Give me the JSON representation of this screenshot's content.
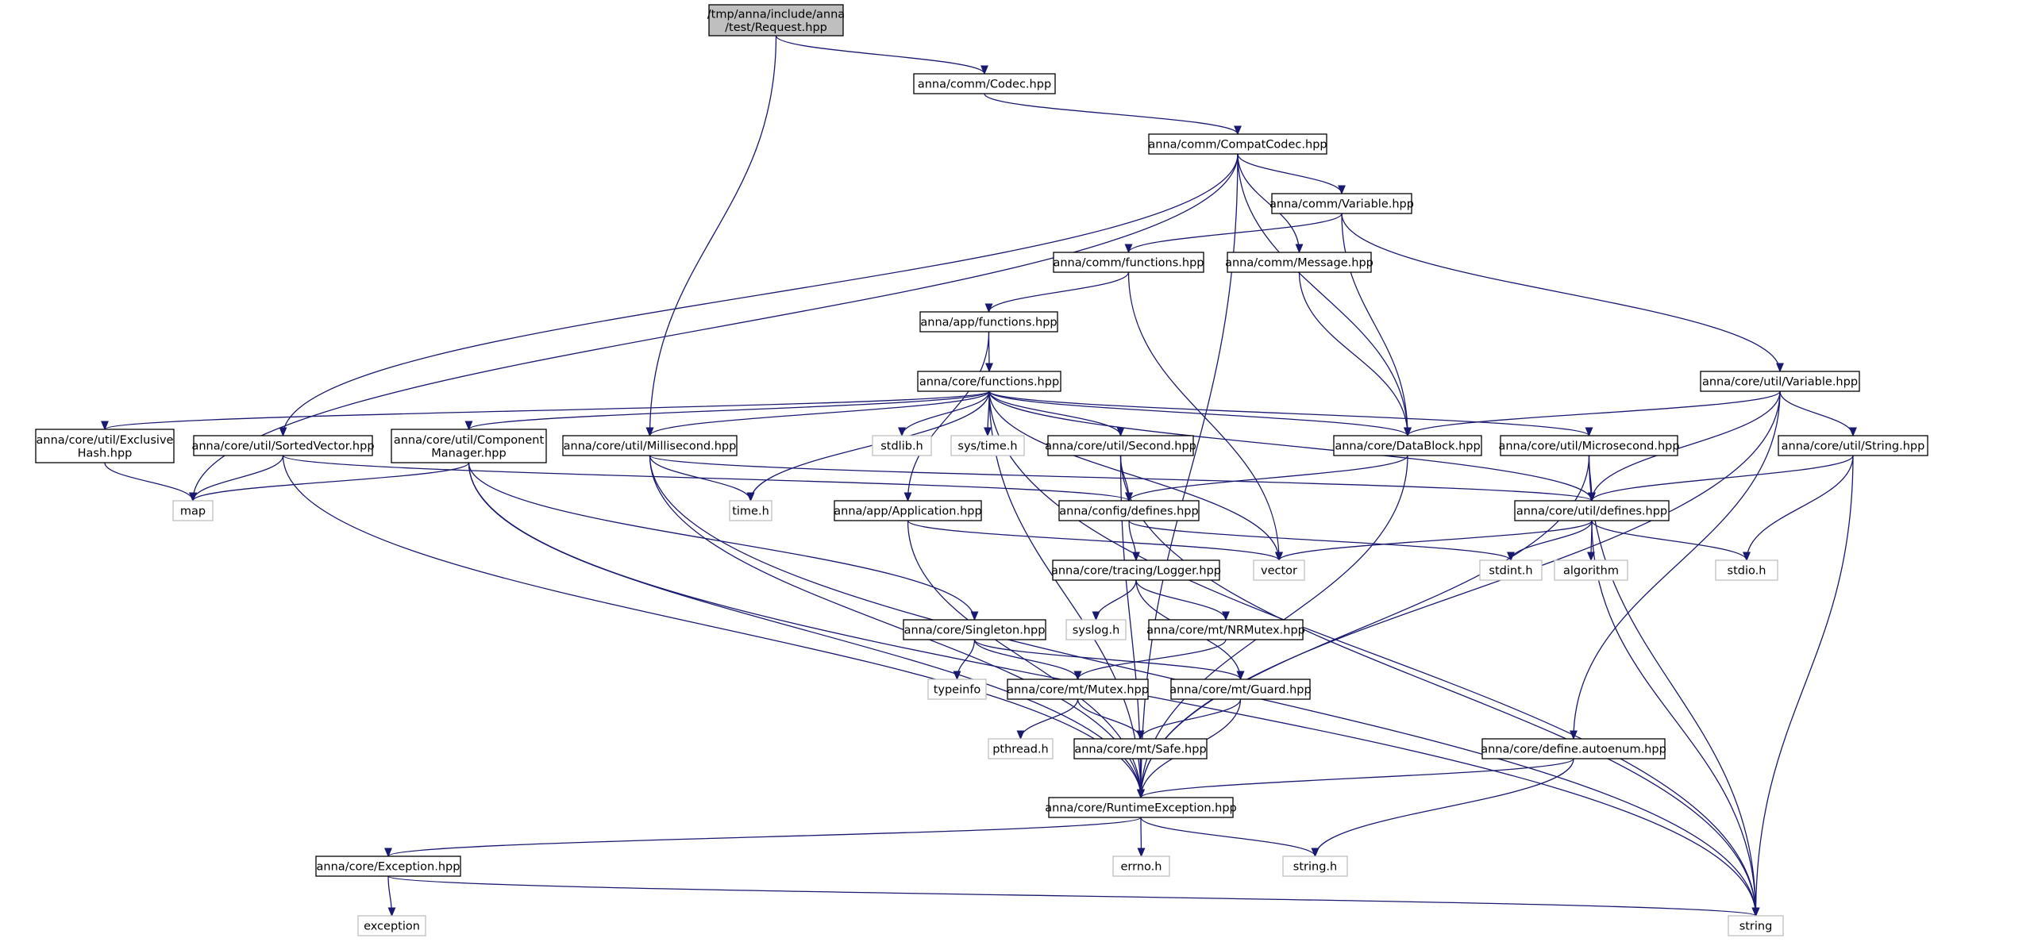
{
  "colors": {
    "edge": "#191970",
    "root_fill": "#bfbfbf",
    "node_border": "#000000",
    "system_border": "#bfbfbf",
    "background": "#ffffff"
  },
  "nodes": {
    "request": {
      "lines": [
        "/tmp/anna/include/anna",
        "/test/Request.hpp"
      ],
      "kind": "root"
    },
    "codec": {
      "lines": [
        "anna/comm/Codec.hpp"
      ],
      "kind": "local"
    },
    "compatcodec": {
      "lines": [
        "anna/comm/CompatCodec.hpp"
      ],
      "kind": "local"
    },
    "variable": {
      "lines": [
        "anna/comm/Variable.hpp"
      ],
      "kind": "local"
    },
    "commfunctions": {
      "lines": [
        "anna/comm/functions.hpp"
      ],
      "kind": "local"
    },
    "message": {
      "lines": [
        "anna/comm/Message.hpp"
      ],
      "kind": "local"
    },
    "appfunctions": {
      "lines": [
        "anna/app/functions.hpp"
      ],
      "kind": "local"
    },
    "corefunctions": {
      "lines": [
        "anna/core/functions.hpp"
      ],
      "kind": "local"
    },
    "utilvariable": {
      "lines": [
        "anna/core/util/Variable.hpp"
      ],
      "kind": "local"
    },
    "exclusivehash": {
      "lines": [
        "anna/core/util/Exclusive",
        "Hash.hpp"
      ],
      "kind": "local"
    },
    "sortedvector": {
      "lines": [
        "anna/core/util/SortedVector.hpp"
      ],
      "kind": "local"
    },
    "componentmanager": {
      "lines": [
        "anna/core/util/Component",
        "Manager.hpp"
      ],
      "kind": "local"
    },
    "millisecond": {
      "lines": [
        "anna/core/util/Millisecond.hpp"
      ],
      "kind": "local"
    },
    "stdlib": {
      "lines": [
        "stdlib.h"
      ],
      "kind": "system"
    },
    "systime": {
      "lines": [
        "sys/time.h"
      ],
      "kind": "system"
    },
    "second": {
      "lines": [
        "anna/core/util/Second.hpp"
      ],
      "kind": "local"
    },
    "datablock": {
      "lines": [
        "anna/core/DataBlock.hpp"
      ],
      "kind": "local"
    },
    "microsecond": {
      "lines": [
        "anna/core/util/Microsecond.hpp"
      ],
      "kind": "local"
    },
    "utilstring": {
      "lines": [
        "anna/core/util/String.hpp"
      ],
      "kind": "local"
    },
    "map": {
      "lines": [
        "map"
      ],
      "kind": "system"
    },
    "timeh": {
      "lines": [
        "time.h"
      ],
      "kind": "system"
    },
    "application": {
      "lines": [
        "anna/app/Application.hpp"
      ],
      "kind": "local"
    },
    "configdefines": {
      "lines": [
        "anna/config/defines.hpp"
      ],
      "kind": "local"
    },
    "utildefines": {
      "lines": [
        "anna/core/util/defines.hpp"
      ],
      "kind": "local"
    },
    "vector": {
      "lines": [
        "vector"
      ],
      "kind": "system"
    },
    "logger": {
      "lines": [
        "anna/core/tracing/Logger.hpp"
      ],
      "kind": "local"
    },
    "stdint": {
      "lines": [
        "stdint.h"
      ],
      "kind": "system"
    },
    "algorithm": {
      "lines": [
        "algorithm"
      ],
      "kind": "system"
    },
    "stdio": {
      "lines": [
        "stdio.h"
      ],
      "kind": "system"
    },
    "syslog": {
      "lines": [
        "syslog.h"
      ],
      "kind": "system"
    },
    "nrmutex": {
      "lines": [
        "anna/core/mt/NRMutex.hpp"
      ],
      "kind": "local"
    },
    "singleton": {
      "lines": [
        "anna/core/Singleton.hpp"
      ],
      "kind": "local"
    },
    "typeinfo": {
      "lines": [
        "typeinfo"
      ],
      "kind": "system"
    },
    "mutex": {
      "lines": [
        "anna/core/mt/Mutex.hpp"
      ],
      "kind": "local"
    },
    "guard": {
      "lines": [
        "anna/core/mt/Guard.hpp"
      ],
      "kind": "local"
    },
    "pthread": {
      "lines": [
        "pthread.h"
      ],
      "kind": "system"
    },
    "safe": {
      "lines": [
        "anna/core/mt/Safe.hpp"
      ],
      "kind": "local"
    },
    "autoenum": {
      "lines": [
        "anna/core/define.autoenum.hpp"
      ],
      "kind": "local"
    },
    "runtimeexception": {
      "lines": [
        "anna/core/RuntimeException.hpp"
      ],
      "kind": "local"
    },
    "exceptionhpp": {
      "lines": [
        "anna/core/Exception.hpp"
      ],
      "kind": "local"
    },
    "errno": {
      "lines": [
        "errno.h"
      ],
      "kind": "system"
    },
    "stringh": {
      "lines": [
        "string.h"
      ],
      "kind": "system"
    },
    "exception": {
      "lines": [
        "exception"
      ],
      "kind": "system"
    },
    "string": {
      "lines": [
        "string"
      ],
      "kind": "system"
    }
  },
  "edges": [
    [
      "request",
      "codec"
    ],
    [
      "request",
      "millisecond"
    ],
    [
      "codec",
      "compatcodec"
    ],
    [
      "compatcodec",
      "map"
    ],
    [
      "compatcodec",
      "sortedvector"
    ],
    [
      "compatcodec",
      "variable"
    ],
    [
      "compatcodec",
      "message"
    ],
    [
      "compatcodec",
      "datablock"
    ],
    [
      "compatcodec",
      "runtimeexception"
    ],
    [
      "variable",
      "commfunctions"
    ],
    [
      "variable",
      "datablock"
    ],
    [
      "variable",
      "utilvariable"
    ],
    [
      "commfunctions",
      "appfunctions"
    ],
    [
      "commfunctions",
      "vector"
    ],
    [
      "message",
      "datablock"
    ],
    [
      "appfunctions",
      "corefunctions"
    ],
    [
      "appfunctions",
      "application"
    ],
    [
      "corefunctions",
      "exclusivehash"
    ],
    [
      "corefunctions",
      "componentmanager"
    ],
    [
      "corefunctions",
      "millisecond"
    ],
    [
      "corefunctions",
      "timeh"
    ],
    [
      "corefunctions",
      "stdlib"
    ],
    [
      "corefunctions",
      "systime"
    ],
    [
      "corefunctions",
      "second"
    ],
    [
      "corefunctions",
      "datablock"
    ],
    [
      "corefunctions",
      "microsecond"
    ],
    [
      "corefunctions",
      "vector"
    ],
    [
      "corefunctions",
      "utildefines"
    ],
    [
      "corefunctions",
      "string"
    ],
    [
      "corefunctions",
      "runtimeexception"
    ],
    [
      "utilvariable",
      "datablock"
    ],
    [
      "utilvariable",
      "utilstring"
    ],
    [
      "utilvariable",
      "utildefines"
    ],
    [
      "utilvariable",
      "runtimeexception"
    ],
    [
      "utilvariable",
      "autoenum"
    ],
    [
      "exclusivehash",
      "map"
    ],
    [
      "sortedvector",
      "map"
    ],
    [
      "sortedvector",
      "configdefines"
    ],
    [
      "sortedvector",
      "runtimeexception"
    ],
    [
      "componentmanager",
      "map"
    ],
    [
      "componentmanager",
      "singleton"
    ],
    [
      "componentmanager",
      "runtimeexception"
    ],
    [
      "componentmanager",
      "string"
    ],
    [
      "millisecond",
      "timeh"
    ],
    [
      "millisecond",
      "utildefines"
    ],
    [
      "millisecond",
      "runtimeexception"
    ],
    [
      "millisecond",
      "string"
    ],
    [
      "second",
      "configdefines"
    ],
    [
      "second",
      "runtimeexception"
    ],
    [
      "second",
      "string"
    ],
    [
      "datablock",
      "configdefines"
    ],
    [
      "datablock",
      "runtimeexception"
    ],
    [
      "microsecond",
      "utildefines"
    ],
    [
      "microsecond",
      "runtimeexception"
    ],
    [
      "microsecond",
      "string"
    ],
    [
      "utilstring",
      "utildefines"
    ],
    [
      "utilstring",
      "stdio"
    ],
    [
      "utilstring",
      "string"
    ],
    [
      "application",
      "vector"
    ],
    [
      "application",
      "runtimeexception"
    ],
    [
      "configdefines",
      "logger"
    ],
    [
      "configdefines",
      "stdint"
    ],
    [
      "utildefines",
      "vector"
    ],
    [
      "utildefines",
      "stdint"
    ],
    [
      "utildefines",
      "algorithm"
    ],
    [
      "utildefines",
      "stdio"
    ],
    [
      "utildefines",
      "string"
    ],
    [
      "logger",
      "syslog"
    ],
    [
      "logger",
      "nrmutex"
    ],
    [
      "logger",
      "guard"
    ],
    [
      "nrmutex",
      "mutex"
    ],
    [
      "singleton",
      "typeinfo"
    ],
    [
      "singleton",
      "mutex"
    ],
    [
      "singleton",
      "guard"
    ],
    [
      "mutex",
      "pthread"
    ],
    [
      "mutex",
      "safe"
    ],
    [
      "guard",
      "safe"
    ],
    [
      "guard",
      "runtimeexception"
    ],
    [
      "safe",
      "runtimeexception"
    ],
    [
      "autoenum",
      "runtimeexception"
    ],
    [
      "autoenum",
      "stringh"
    ],
    [
      "runtimeexception",
      "exceptionhpp"
    ],
    [
      "runtimeexception",
      "errno"
    ],
    [
      "runtimeexception",
      "stringh"
    ],
    [
      "exceptionhpp",
      "exception"
    ],
    [
      "exceptionhpp",
      "string"
    ]
  ]
}
